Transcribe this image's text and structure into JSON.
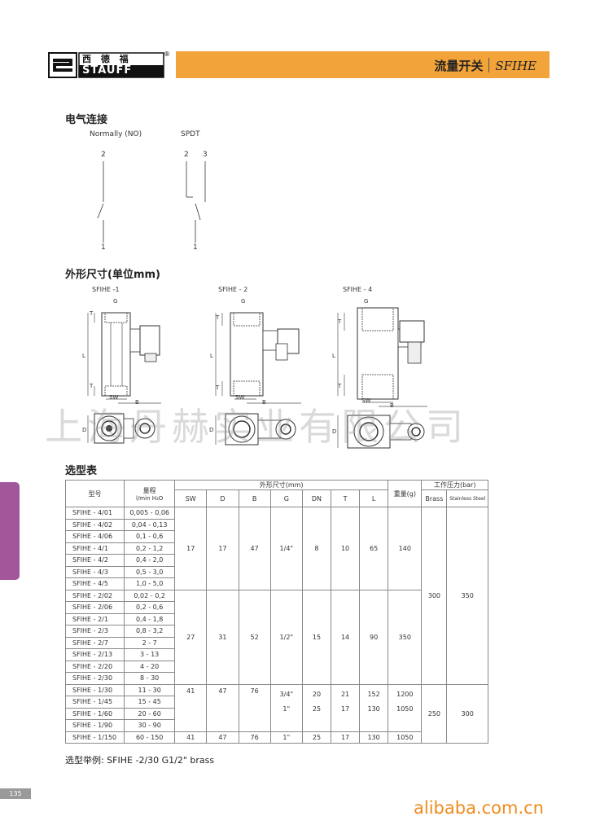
{
  "header": {
    "logo_cn": "西 德 福",
    "logo_en": "STAUFF",
    "logo_reg": "®",
    "title": "流量开关",
    "model": "SFIHE"
  },
  "electrical": {
    "title": "电气连接",
    "normally_label": "Normally (NO)",
    "spdt_label": "SPDT",
    "pin2": "2",
    "pin3": "3",
    "pin1": "1"
  },
  "dimensions": {
    "title": "外形尺寸(单位mm)",
    "drawings": [
      {
        "label": "SFIHE -1"
      },
      {
        "label": "SFIHE - 2"
      },
      {
        "label": "SFIHE - 4"
      }
    ],
    "dim_g": "G",
    "dim_t": "T",
    "dim_l": "L",
    "dim_sw": "SW",
    "dim_b": "B",
    "dim_d": "D"
  },
  "watermark": "上海丹赫实业有限公司",
  "selection": {
    "title": "选型表",
    "headers": {
      "model": "型号",
      "flow_top": "量程",
      "flow_bottom": "l/min H₂O",
      "dims_group": "外形尺寸(mm)",
      "sw": "SW",
      "d": "D",
      "b": "B",
      "g": "G",
      "dn": "DN",
      "t": "T",
      "l": "L",
      "weight": "重量(g)",
      "pressure_group": "工作压力(bar)",
      "brass": "Brass",
      "stainless": "Stainless Steel"
    },
    "rows": [
      {
        "model": "SFIHE - 4/01",
        "range": "0,005 - 0,06"
      },
      {
        "model": "SFIHE - 4/02",
        "range": "0,04 - 0,13"
      },
      {
        "model": "SFIHE - 4/06",
        "range": "0,1 - 0,6"
      },
      {
        "model": "SFIHE - 4/1",
        "range": "0,2 - 1,2"
      },
      {
        "model": "SFIHE - 4/2",
        "range": "0,4 - 2,0"
      },
      {
        "model": "SFIHE - 4/3",
        "range": "0,5 - 3,0"
      },
      {
        "model": "SFIHE - 4/5",
        "range": "1,0 - 5,0"
      },
      {
        "model": "SFIHE - 2/02",
        "range": "0,02 - 0,2"
      },
      {
        "model": "SFIHE - 2/06",
        "range": "0,2 - 0,6"
      },
      {
        "model": "SFIHE - 2/1",
        "range": "0,4 - 1,8"
      },
      {
        "model": "SFIHE - 2/3",
        "range": "0,8 - 3,2"
      },
      {
        "model": "SFIHE - 2/7",
        "range": "2 - 7"
      },
      {
        "model": "SFIHE - 2/13",
        "range": "3 - 13"
      },
      {
        "model": "SFIHE - 2/20",
        "range": "4 - 20"
      },
      {
        "model": "SFIHE - 2/30",
        "range": "8 - 30"
      },
      {
        "model": "SFIHE - 1/30",
        "range": "11 - 30"
      },
      {
        "model": "SFIHE - 1/45",
        "range": "15 - 45"
      },
      {
        "model": "SFIHE - 1/60",
        "range": "20 - 60"
      },
      {
        "model": "SFIHE - 1/90",
        "range": "30 - 90"
      },
      {
        "model": "SFIHE - 1/150",
        "range": "60 - 150"
      }
    ],
    "group4": {
      "sw": "17",
      "d": "17",
      "b": "47",
      "g": "1/4\"",
      "dn": "8",
      "t": "10",
      "l": "65",
      "weight": "140"
    },
    "group2": {
      "sw": "27",
      "d": "31",
      "b": "52",
      "g": "1/2\"",
      "dn": "15",
      "t": "14",
      "l": "90",
      "weight": "350"
    },
    "group1": {
      "sw": "41",
      "d": "47",
      "b": "76",
      "g1": "3/4\"",
      "g2": "1\"",
      "dn1": "20",
      "dn2": "25",
      "t1": "21",
      "t2": "17",
      "l1": "152",
      "l2": "130",
      "w1": "1200",
      "w2": "1050"
    },
    "group1_last": {
      "sw": "41",
      "d": "47",
      "b": "76",
      "g": "1\"",
      "dn": "25",
      "t": "17",
      "l": "130",
      "weight": "1050"
    },
    "pressure_small": {
      "brass": "300",
      "stainless": "350"
    },
    "pressure_large": {
      "brass": "250",
      "stainless": "300"
    }
  },
  "example": "选型举例:  SFIHE -2/30  G1/2\"  brass",
  "page_number": "135",
  "footer_brand": "alibaba.com.cn",
  "colors": {
    "header_bar": "#f2a33a",
    "side_tab": "#a2579b",
    "footer_brand": "#f08c1e"
  }
}
